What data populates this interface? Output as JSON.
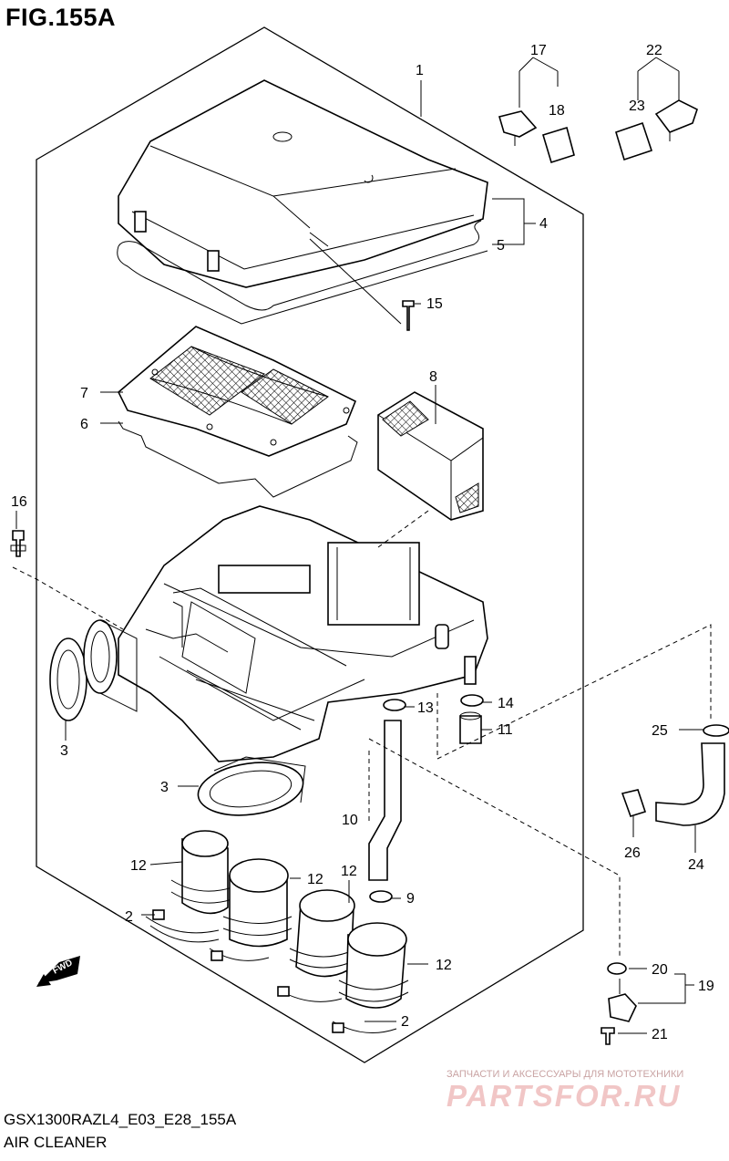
{
  "figure": {
    "title": "FIG.155A",
    "model_code": "GSX1300RAZL4_E03_E28_155A",
    "section_name": "AIR CLEANER"
  },
  "direction_badge": {
    "label": "FWD",
    "icon": "forward-arrow-icon"
  },
  "watermark": {
    "tagline": "ЗАПЧАСТИ И АКСЕССУАРЫ ДЛЯ МОТОТЕХНИКИ",
    "logo": "PARTSFOR.RU"
  },
  "callouts": {
    "c1": "1",
    "c2a": "2",
    "c2b": "2",
    "c3a": "3",
    "c3b": "3",
    "c4": "4",
    "c5": "5",
    "c6": "6",
    "c7": "7",
    "c8": "8",
    "c9": "9",
    "c10": "10",
    "c11": "11",
    "c12a": "12",
    "c12b": "12",
    "c12c": "12",
    "c12d": "12",
    "c13": "13",
    "c14": "14",
    "c15": "15",
    "c16": "16",
    "c17": "17",
    "c18": "18",
    "c19": "19",
    "c20": "20",
    "c21": "21",
    "c22": "22",
    "c23": "23",
    "c24": "24",
    "c25": "25",
    "c26": "26"
  }
}
